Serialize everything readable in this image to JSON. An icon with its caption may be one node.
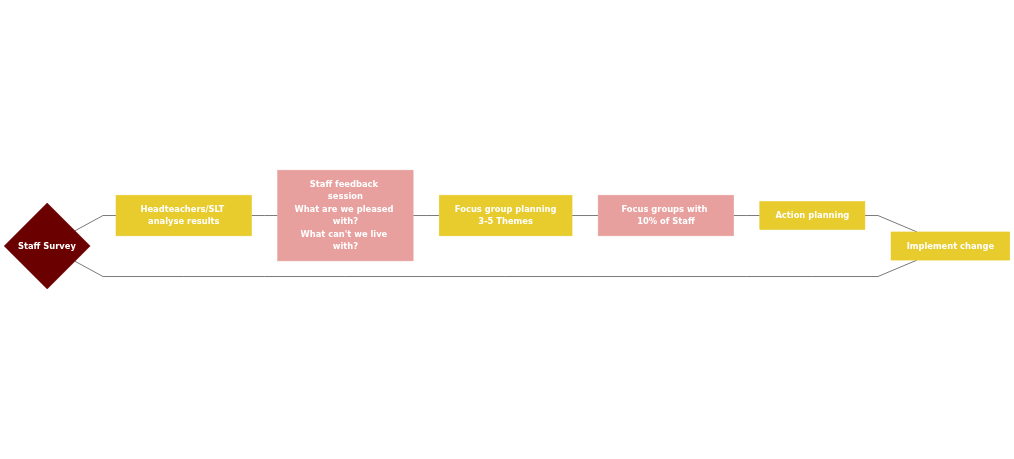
{
  "diagram": {
    "nodes": [
      {
        "text": [
          "Staff Survey"
        ]
      },
      {
        "text": [
          "Headteachers/SLT analyse results"
        ]
      },
      {
        "text": [
          "Staff feedback session",
          "What are we pleased with?",
          "What can't we live with?"
        ]
      },
      {
        "text": [
          "Focus group planning",
          "3-5 Themes"
        ]
      },
      {
        "text": [
          "Focus groups with 10% of Staff"
        ]
      },
      {
        "text": [
          "Action planning"
        ]
      },
      {
        "text": [
          "Implement change"
        ]
      }
    ],
    "edges": [
      {
        "from": 0,
        "to": 1,
        "arrow": "none"
      },
      {
        "from": 1,
        "to": 2,
        "arrow": "none"
      },
      {
        "from": 2,
        "to": 3,
        "arrow": "none"
      },
      {
        "from": 3,
        "to": 4,
        "arrow": "none"
      },
      {
        "from": 4,
        "to": 5,
        "arrow": "none"
      },
      {
        "from": 5,
        "to": 6,
        "arrow": "none"
      },
      {
        "from": 6,
        "to": 0,
        "arrow": "none"
      }
    ]
  }
}
